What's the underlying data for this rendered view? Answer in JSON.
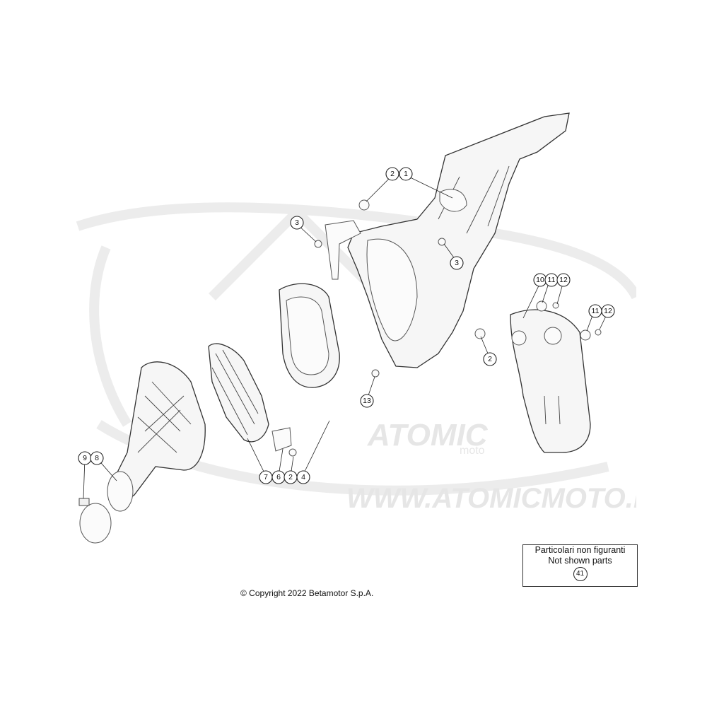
{
  "copyright": "© Copyright 2022 Betamotor S.p.A.",
  "watermark": {
    "brand": "ATOMIC",
    "brand_sub": "moto",
    "url": "WWW.ATOMICMOTO.F"
  },
  "not_shown_box": {
    "line1": "Particolari non figuranti",
    "line2": "Not shown parts",
    "part": "41"
  },
  "callouts": {
    "c1": "1",
    "c2a": "2",
    "c2b": "2",
    "c2c": "2",
    "c3a": "3",
    "c3b": "3",
    "c4": "4",
    "c6": "6",
    "c7": "7",
    "c8": "8",
    "c9": "9",
    "c10": "10",
    "c11a": "11",
    "c11b": "11",
    "c12a": "12",
    "c12b": "12",
    "c13": "13"
  },
  "colors": {
    "line": "#333333",
    "watermark": "#e9e9e9",
    "background": "#ffffff"
  }
}
